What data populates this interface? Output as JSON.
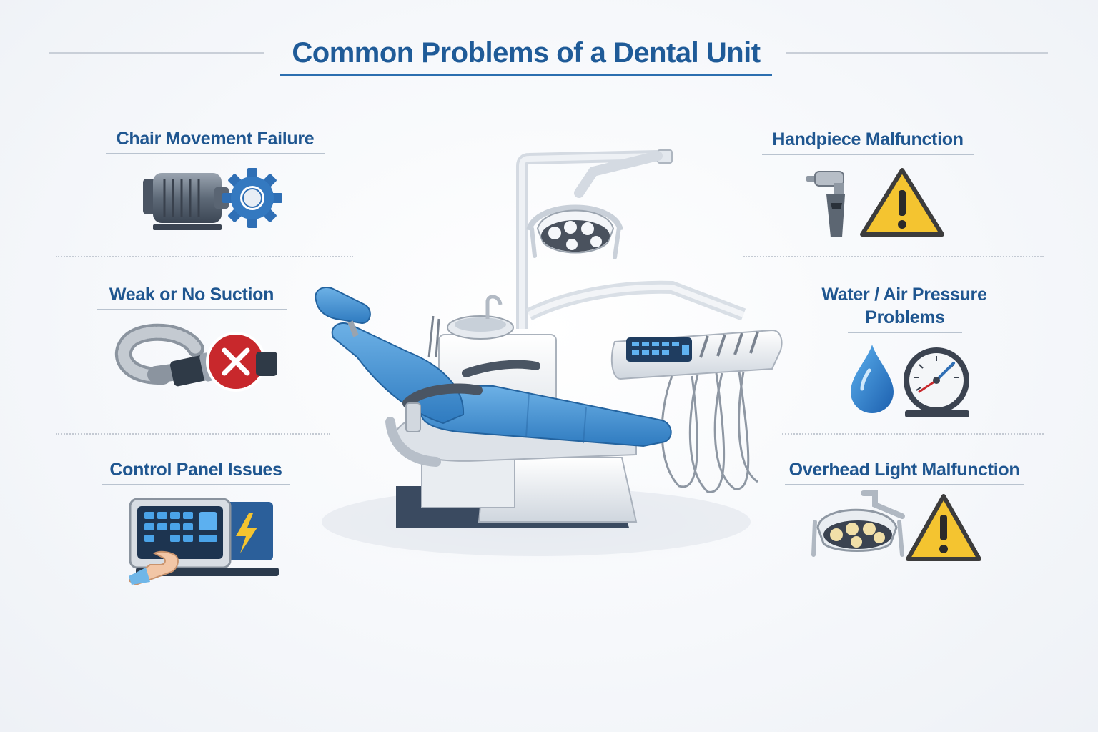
{
  "title": "Common Problems of a Dental Unit",
  "problems": {
    "chair_movement": "Chair Movement Failure",
    "weak_suction": "Weak or No Suction",
    "control_panel": "Control Panel Issues",
    "handpiece": "Handpiece Malfunction",
    "water_air_line1": "Water / Air Pressure",
    "water_air_line2": "Problems",
    "overhead_light": "Overhead Light Malfunction"
  },
  "colors": {
    "title": "#1f5b98",
    "chair_blue": "#3f8fcf",
    "warning_yellow": "#f4c430",
    "error_red": "#c8282c"
  }
}
